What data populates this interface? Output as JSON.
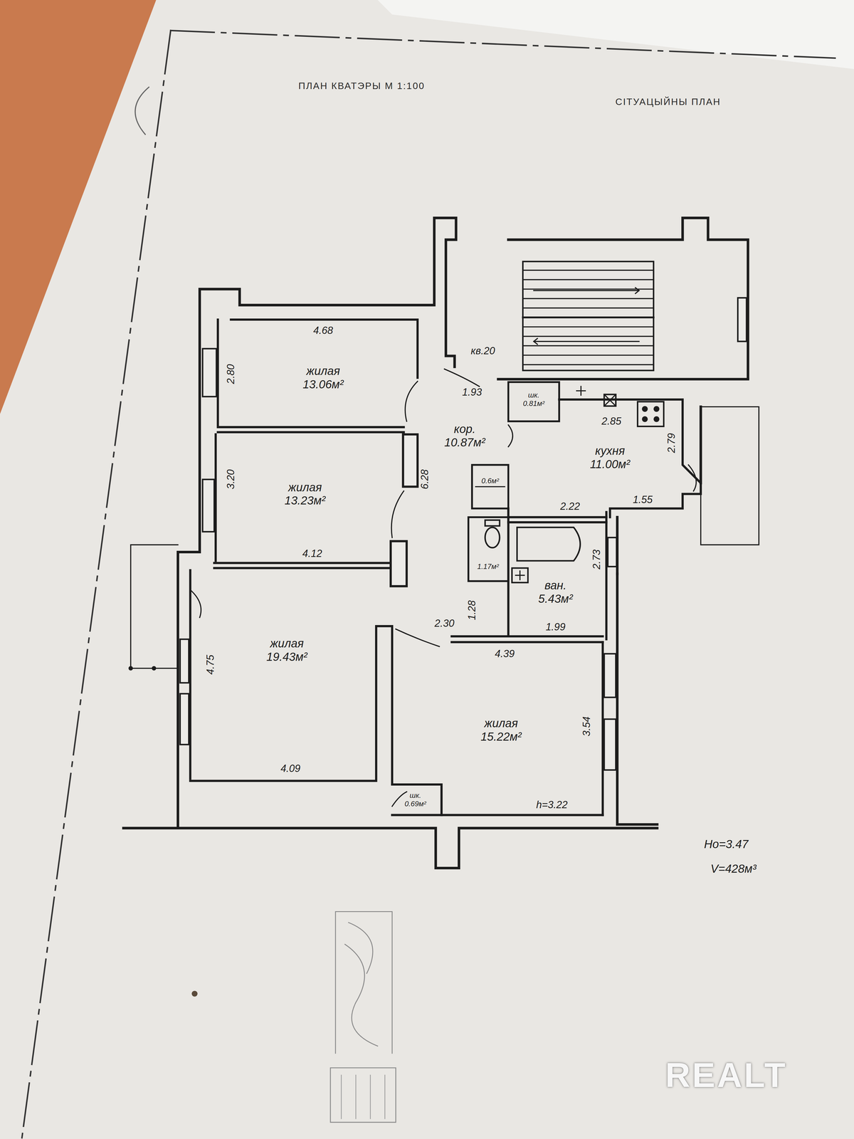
{
  "diagram": {
    "title": "ПЛАН КВАТЭРЫ М 1:100",
    "nodes": [
      {
        "text": [
          "жилая",
          "13.06м²"
        ]
      },
      {
        "text": [
          "шк.",
          "0.81м²"
        ]
      },
      {
        "text": [
          "кор.",
          "10.87м²"
        ]
      },
      {
        "text": [
          "кухня",
          "11.00м²"
        ]
      },
      {
        "text": [
          "0.6м²"
        ]
      },
      {
        "text": [
          "жилая",
          "13.23м²"
        ]
      },
      {
        "text": [
          "1.17м²"
        ]
      },
      {
        "text": [
          "ван.",
          "5.43м²"
        ]
      },
      {
        "text": [
          "жилая",
          "19.43м²"
        ]
      },
      {
        "text": [
          "жилая",
          "15.22м²"
        ]
      },
      {
        "text": [
          "шк.",
          "0.69м²"
        ]
      }
    ],
    "labels": [
      "СІТУАЦЫЙНЫ ПЛАН",
      "кв.20",
      "4.68",
      "2.80",
      "3.20",
      "4.12",
      "6.28",
      "1.93",
      "2.85",
      "2.79",
      "2.22",
      "1.55",
      "2.73",
      "2.30",
      "1.28",
      "4.39",
      "1.99",
      "4.75",
      "4.09",
      "3.54",
      "h=3.22",
      "Но=3.47",
      "V=428м³",
      "REALT"
    ]
  }
}
